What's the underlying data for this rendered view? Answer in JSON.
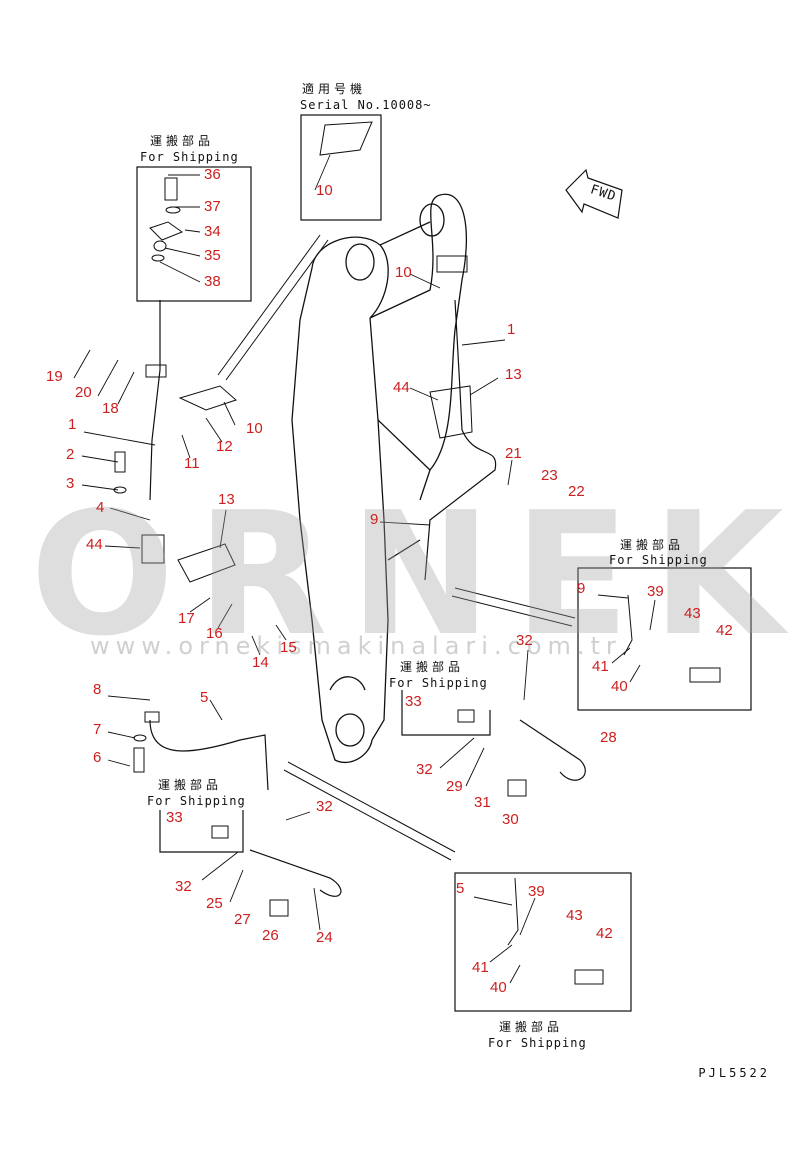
{
  "applicability_note": {
    "jp": "適用号機",
    "serial": "Serial No.10008~"
  },
  "shipping_label_jp": "運搬部品",
  "shipping_label_en": "For Shipping",
  "watermark": {
    "brand": "ORNEK",
    "url": "www.ornekismakinalari.com.tr"
  },
  "fwd_label": "FWD",
  "drawing_code": "PJL5522",
  "part_labels": {
    "p36": "36",
    "p37": "37",
    "p34": "34",
    "p35": "35",
    "p38": "38",
    "p10a": "10",
    "p10b": "10",
    "p10c": "10",
    "p19": "19",
    "p20": "20",
    "p18": "18",
    "p1a": "1",
    "p1b": "1",
    "p2": "2",
    "p3": "3",
    "p4": "4",
    "p44a": "44",
    "p44b": "44",
    "p11": "11",
    "p12": "12",
    "p13a": "13",
    "p13b": "13",
    "p17": "17",
    "p16": "16",
    "p15": "15",
    "p14": "14",
    "p9a": "9",
    "p9b": "9",
    "p21": "21",
    "p23": "23",
    "p22": "22",
    "p39a": "39",
    "p43a": "43",
    "p42a": "42",
    "p41a": "41",
    "p40a": "40",
    "p8": "8",
    "p7": "7",
    "p6": "6",
    "p5a": "5",
    "p5b": "5",
    "p33a": "33",
    "p33b": "33",
    "p32a": "32",
    "p32b": "32",
    "p32c": "32",
    "p32d": "32",
    "p28": "28",
    "p29": "29",
    "p31": "31",
    "p30": "30",
    "p25": "25",
    "p27": "27",
    "p26": "26",
    "p24": "24",
    "p39b": "39",
    "p43b": "43",
    "p42b": "42",
    "p41b": "41",
    "p40b": "40"
  },
  "colors": {
    "label": "#cc1f1f",
    "line": "#111111",
    "watermark": "#a0a0a0",
    "watermark_accent": "#f2c94c"
  }
}
